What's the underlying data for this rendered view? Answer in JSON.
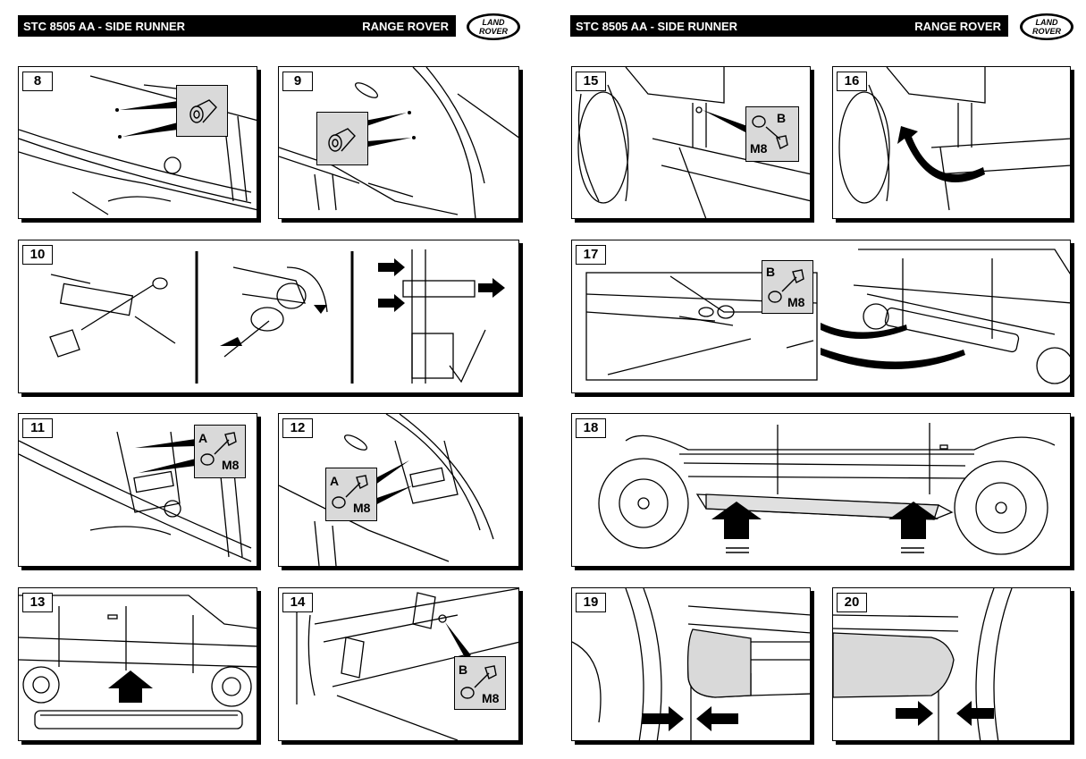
{
  "left_header": {
    "title": "STC 8505 AA - SIDE RUNNER",
    "model": "RANGE ROVER"
  },
  "right_header": {
    "title": "STC 8505 AA - SIDE RUNNER",
    "model": "RANGE ROVER"
  },
  "logo": {
    "line1": "LAND",
    "line2": "ROVER"
  },
  "steps": {
    "s8": "8",
    "s9": "9",
    "s10": "10",
    "s11": "11",
    "s12": "12",
    "s13": "13",
    "s14": "14",
    "s15": "15",
    "s16": "16",
    "s17": "17",
    "s18": "18",
    "s19": "19",
    "s20": "20"
  },
  "labels": {
    "a": "A",
    "b": "B",
    "m8": "M8"
  },
  "colors": {
    "inset_grey": "#d9d9d9",
    "ink": "#000000"
  }
}
